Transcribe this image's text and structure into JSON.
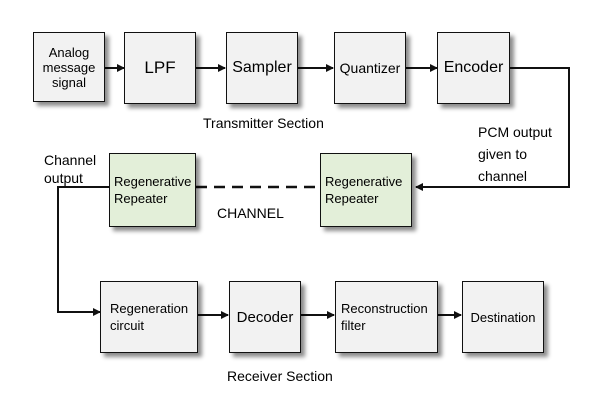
{
  "colors": {
    "block_fill": "#f2f2f2",
    "repeater_fill": "#e3efd9",
    "stroke": "#111111"
  },
  "blocks": {
    "analog_message_signal": "Analog message signal",
    "lpf": "LPF",
    "sampler": "Sampler",
    "quantizer": "Quantizer",
    "encoder": "Encoder",
    "repeater_left": "Regenerative Repeater",
    "repeater_right": "Regenerative Repeater",
    "regeneration_circuit": "Regeneration circuit",
    "decoder": "Decoder",
    "reconstruction_filter": "Reconstruction filter",
    "destination": "Destination"
  },
  "labels": {
    "transmitter_section": "Transmitter Section",
    "pcm_output": "PCM output given to channel",
    "channel_output": "Channel output",
    "channel": "CHANNEL",
    "receiver_section": "Receiver Section"
  }
}
